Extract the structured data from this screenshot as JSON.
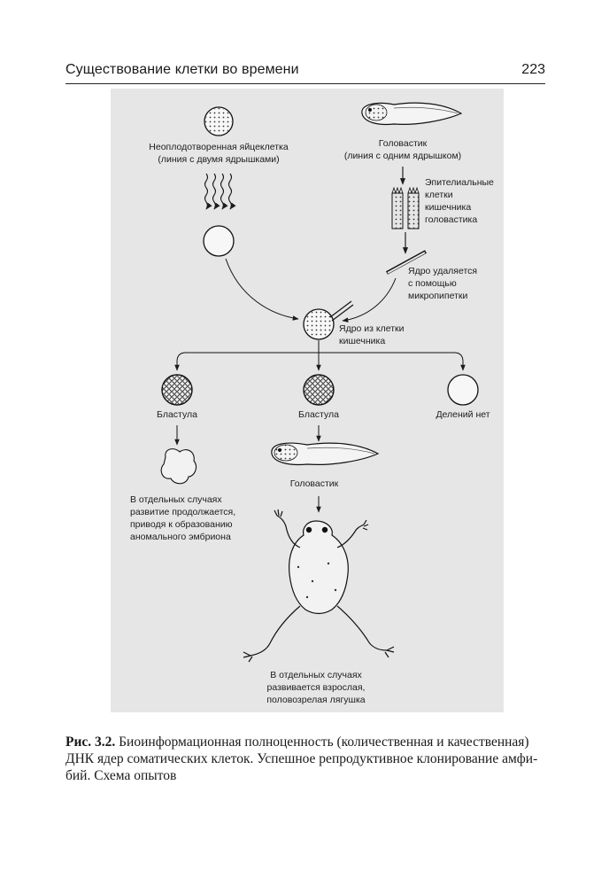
{
  "header": {
    "running_title": "Существование клетки во времени",
    "page_number": "223"
  },
  "figure": {
    "egg_label_1": "Неоплодотворенная яйцеклетка",
    "egg_label_2": "(линия с двумя ядрышками)",
    "tadpole_top_label_1": "Головастик",
    "tadpole_top_label_2": "(линия с одним ядрышком)",
    "epithelial_1": "Эпителиальные",
    "epithelial_2": "клетки",
    "epithelial_3": "кишечника",
    "epithelial_4": "головастика",
    "nucleus_removed_1": "Ядро удаляется",
    "nucleus_removed_2": "с помощью",
    "nucleus_removed_3": "микропипетки",
    "intestine_nucleus_1": "Ядро из клетки",
    "intestine_nucleus_2": "кишечника",
    "blastula_left": "Блaстула",
    "blastula_center": "Бластула",
    "no_division": "Делений нет",
    "abnormal_1": "В отдельных случаях",
    "abnormal_2": "развитие продолжается,",
    "abnormal_3": "приводя к образованию",
    "abnormal_4": "аномального эмбриона",
    "tadpole_mid": "Головастик",
    "adult_1": "В отдельных случаях",
    "adult_2": "развивается взрослая,",
    "adult_3": "половозрелая лягушка"
  },
  "caption": {
    "label": "Рис. 3.2.",
    "line1": " Биоинформационная полноценность (количественная и качественная)",
    "line2": "ДНК ядер соматических клеток. Успешное репродуктивное клонирование амфи-",
    "line3": "бий. Схема опытов"
  }
}
